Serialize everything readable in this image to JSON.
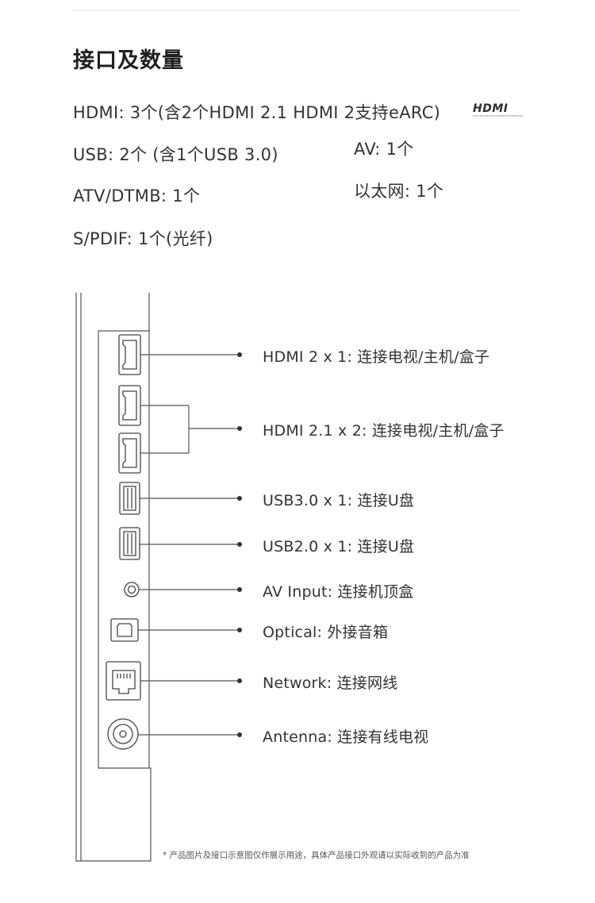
{
  "heading": "接口及数量",
  "specs": {
    "hdmi": "HDMI: 3个(含2个HDMI 2.1  HDMI 2支持eARC)",
    "usb": "USB: 2个 (含1个USB 3.0)",
    "av": "AV: 1个",
    "atv": "ATV/DTMB: 1个",
    "ethernet": "以太网: 1个",
    "spdif": "S/PDIF: 1个(光纤)"
  },
  "logo": {
    "word": "HDMI",
    "tagline": "HIGH-DEFINITION MULTIMEDIA INTERFACE"
  },
  "ports": [
    {
      "icon": "hdmi-port-icon",
      "label": "HDMI 2 x 1: 连接电视/主机/盒子"
    },
    {
      "icon": "hdmi-port-icon",
      "label": "HDMI 2.1 x 2: 连接电视/主机/盒子"
    },
    {
      "icon": "usb-port-icon",
      "label": "USB3.0 x 1: 连接U盘"
    },
    {
      "icon": "usb-port-icon",
      "label": "USB2.0 x 1: 连接U盘"
    },
    {
      "icon": "av-jack-icon",
      "label": "AV Input: 连接机顶盒"
    },
    {
      "icon": "optical-port-icon",
      "label": "Optical: 外接音箱"
    },
    {
      "icon": "ethernet-port-icon",
      "label": "Network: 连接网线"
    },
    {
      "icon": "antenna-port-icon",
      "label": "Antenna: 连接有线电视"
    }
  ],
  "footnote": "* 产品图片及接口示意图仅作展示用途，具体产品接口外观请以实际收到的产品为准",
  "colors": {
    "line": "#555555",
    "text": "#333333"
  }
}
